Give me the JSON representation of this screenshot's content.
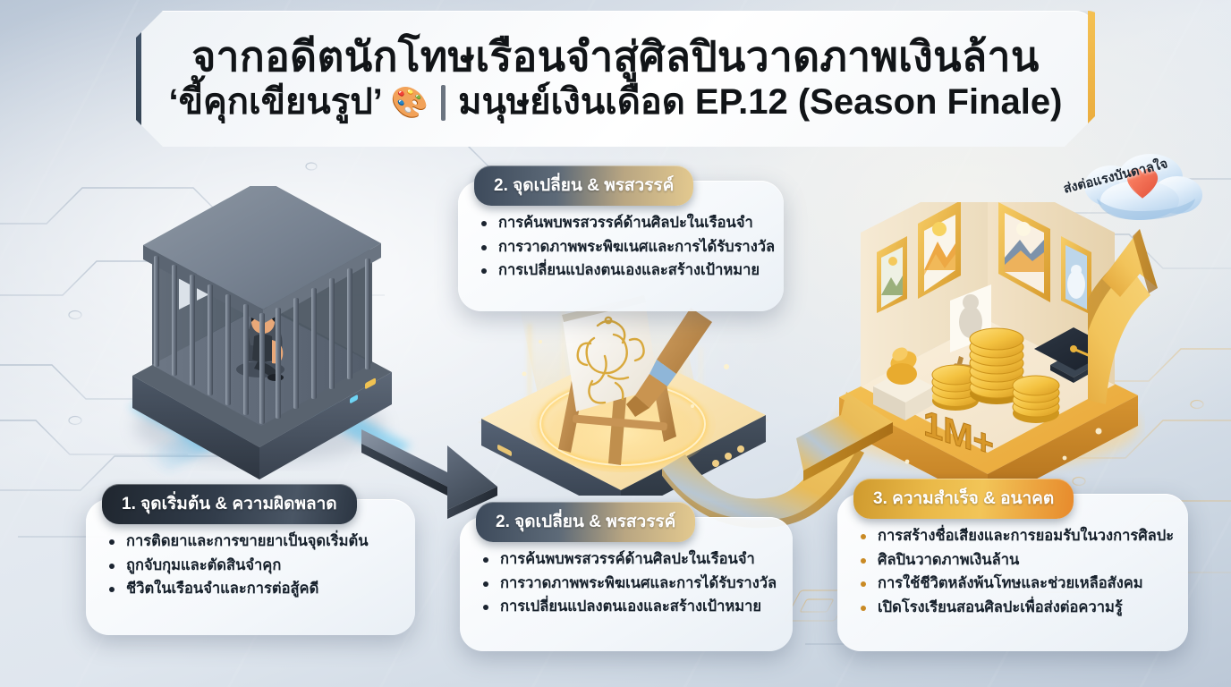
{
  "title": {
    "line1": "จากอดีตนักโทษเรือนจำสู่ศิลปินวาดภาพเงินล้าน",
    "line2_pre": "‘ขี้คุกเขียนรูป’",
    "palette_icon": "🎨",
    "line2_post": "มนุษย์เงินเดือด EP.12 (Season Finale)"
  },
  "cards": [
    {
      "badge": "1. จุดเริ่มต้น & ความผิดพลาด",
      "bullets": [
        "การติดยาและการขายยาเป็นจุดเริ่มต้น",
        "ถูกจับกุมและตัดสินจำคุก",
        "ชีวิตในเรือนจำและการต่อสู้คดี"
      ]
    },
    {
      "badge": "2. จุดเปลี่ยน & พรสวรรค์",
      "bullets": [
        "การค้นพบพรสวรรค์ด้านศิลปะในเรือนจำ",
        "การวาดภาพพระพิฆเนศและการได้รับรางวัล",
        "การเปลี่ยนแปลงตนเองและสร้างเป้าหมาย"
      ]
    },
    {
      "badge": "2. จุดเปลี่ยน & พรสวรรค์",
      "bullets": [
        "การค้นพบพรสวรรค์ด้านศิลปะในเรือนจำ",
        "การวาดภาพพระพิฆเนศและการได้รับรางวัล",
        "การเปลี่ยนแปลงตนเองและสร้างเป้าหมาย"
      ]
    },
    {
      "badge": "3. ความสำเร็จ & อนาคต",
      "bullets": [
        "การสร้างชื่อเสียงและการยอมรับในวงการศิลปะ",
        "ศิลปินวาดภาพเงินล้าน",
        "การใช้ชีวิตหลังพ้นโทษและช่วยเหลือสังคม",
        "เปิดโรงเรียนสอนศิลปะเพื่อส่งต่อความรู้"
      ]
    }
  ],
  "cloud": {
    "label": "ส่งต่อแรงบันดาลใจ",
    "icon": "heart-icon"
  },
  "scenes": {
    "jail": {
      "name": "prison-cell-illustration"
    },
    "easel": {
      "name": "easel-canvas-illustration"
    },
    "gallery": {
      "name": "art-gallery-illustration",
      "coin_label": "1M+"
    }
  },
  "arrows": {
    "down": "arrow-down-right",
    "curve": "arrow-curve-up-right",
    "up": "arrow-up-right"
  },
  "colors": {
    "bg_top": "#b9c6d6",
    "bg_mid": "#e6ebf1",
    "badge_dark": "#28323d",
    "badge_gold": "#eab948",
    "accent_gold": "#e9a93a",
    "accent_orange": "#e78a2c",
    "title_edge_left": "#3a4858",
    "text": "#16202b"
  }
}
